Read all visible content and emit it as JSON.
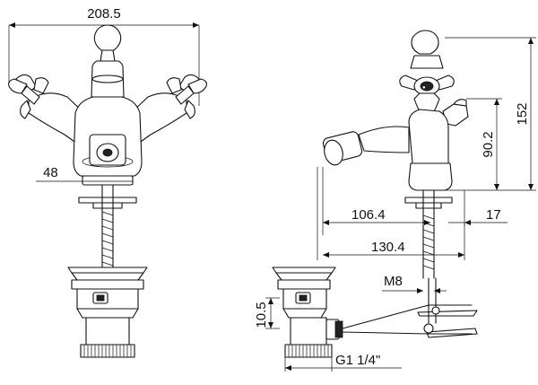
{
  "dimensions": {
    "overall_width": "208.5",
    "spout_width": "48",
    "height_total": "152",
    "height_spout": "90.2",
    "reach_spout": "106.4",
    "offset_small": "17",
    "reach_total": "130.4",
    "thread_rod": "M8",
    "waste_height": "10.5",
    "waste_thread": "G1 1/4\""
  },
  "colors": {
    "line": "#111111",
    "background": "#ffffff"
  }
}
